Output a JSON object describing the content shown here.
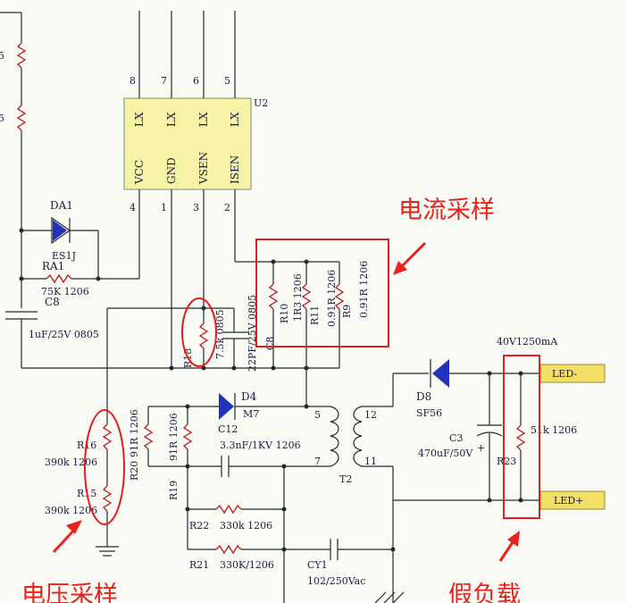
{
  "ic": {
    "ref": "U2",
    "pins_top": [
      "8",
      "7",
      "6",
      "5"
    ],
    "pins_bottom": [
      "4",
      "1",
      "3",
      "2"
    ],
    "lx": [
      "LX",
      "LX",
      "LX",
      "LX"
    ],
    "names": [
      "VCC",
      "GND",
      "VSEN",
      "ISEN"
    ]
  },
  "components": {
    "da1": "DA1",
    "es1j": "ES1J",
    "ra1": "RA1",
    "ra1_val": "75K 1206",
    "c8_left": "C8",
    "c8_left_val": "1uF/25V 0805",
    "r18": "R18",
    "r18_val": "7.5k 0805",
    "c8_mid_val": "22PF/25V 0805",
    "c8_mid": "C8",
    "r10": "R10",
    "r10_val": "1R3 1206",
    "r11": "R11",
    "r11_val": "0.91R 1206",
    "r9": "R9",
    "r9_val": "0.91R 1206",
    "d4": "D4",
    "d4_val": "M7",
    "c12": "C12",
    "c12_val": "3.3nF/1KV 1206",
    "r16": "R16",
    "r16_val": "390k 1206",
    "r15": "R15",
    "r15_val": "390k 1206",
    "r20": "R20",
    "r20_val": "91R 1206",
    "r19": "R19",
    "r19_val": "91R 1206",
    "r22": "R22",
    "r22_val": "330k 1206",
    "r21": "R21",
    "r21_val": "330K/1206",
    "cy1": "CY1",
    "cy1_val": "102/250Vac",
    "t2": "T2",
    "t2_p5": "5",
    "t2_p7": "7",
    "t2_p12": "12",
    "t2_p11": "11",
    "d8": "D8",
    "d8_val": "SF56",
    "c3": "C3",
    "c3_val": "470uF/50V",
    "c3_plus": "+",
    "r23": "R23",
    "r23_val": "51k 1206",
    "output_rating": "40V1250mA",
    "led_minus": "LED-",
    "led_plus": "LED+",
    "left_frag_1": "5",
    "left_frag_2": "5"
  },
  "annotations": {
    "current_sampling": "电流采样",
    "voltage_sampling": "电压采样",
    "dummy_load": "假负载"
  },
  "colors": {
    "wire": "#1f2a2e",
    "resistor": "#b8181e",
    "ic_fill": "#f6f2a6",
    "annotation": "#e8231e",
    "connector": "#f3df66"
  }
}
